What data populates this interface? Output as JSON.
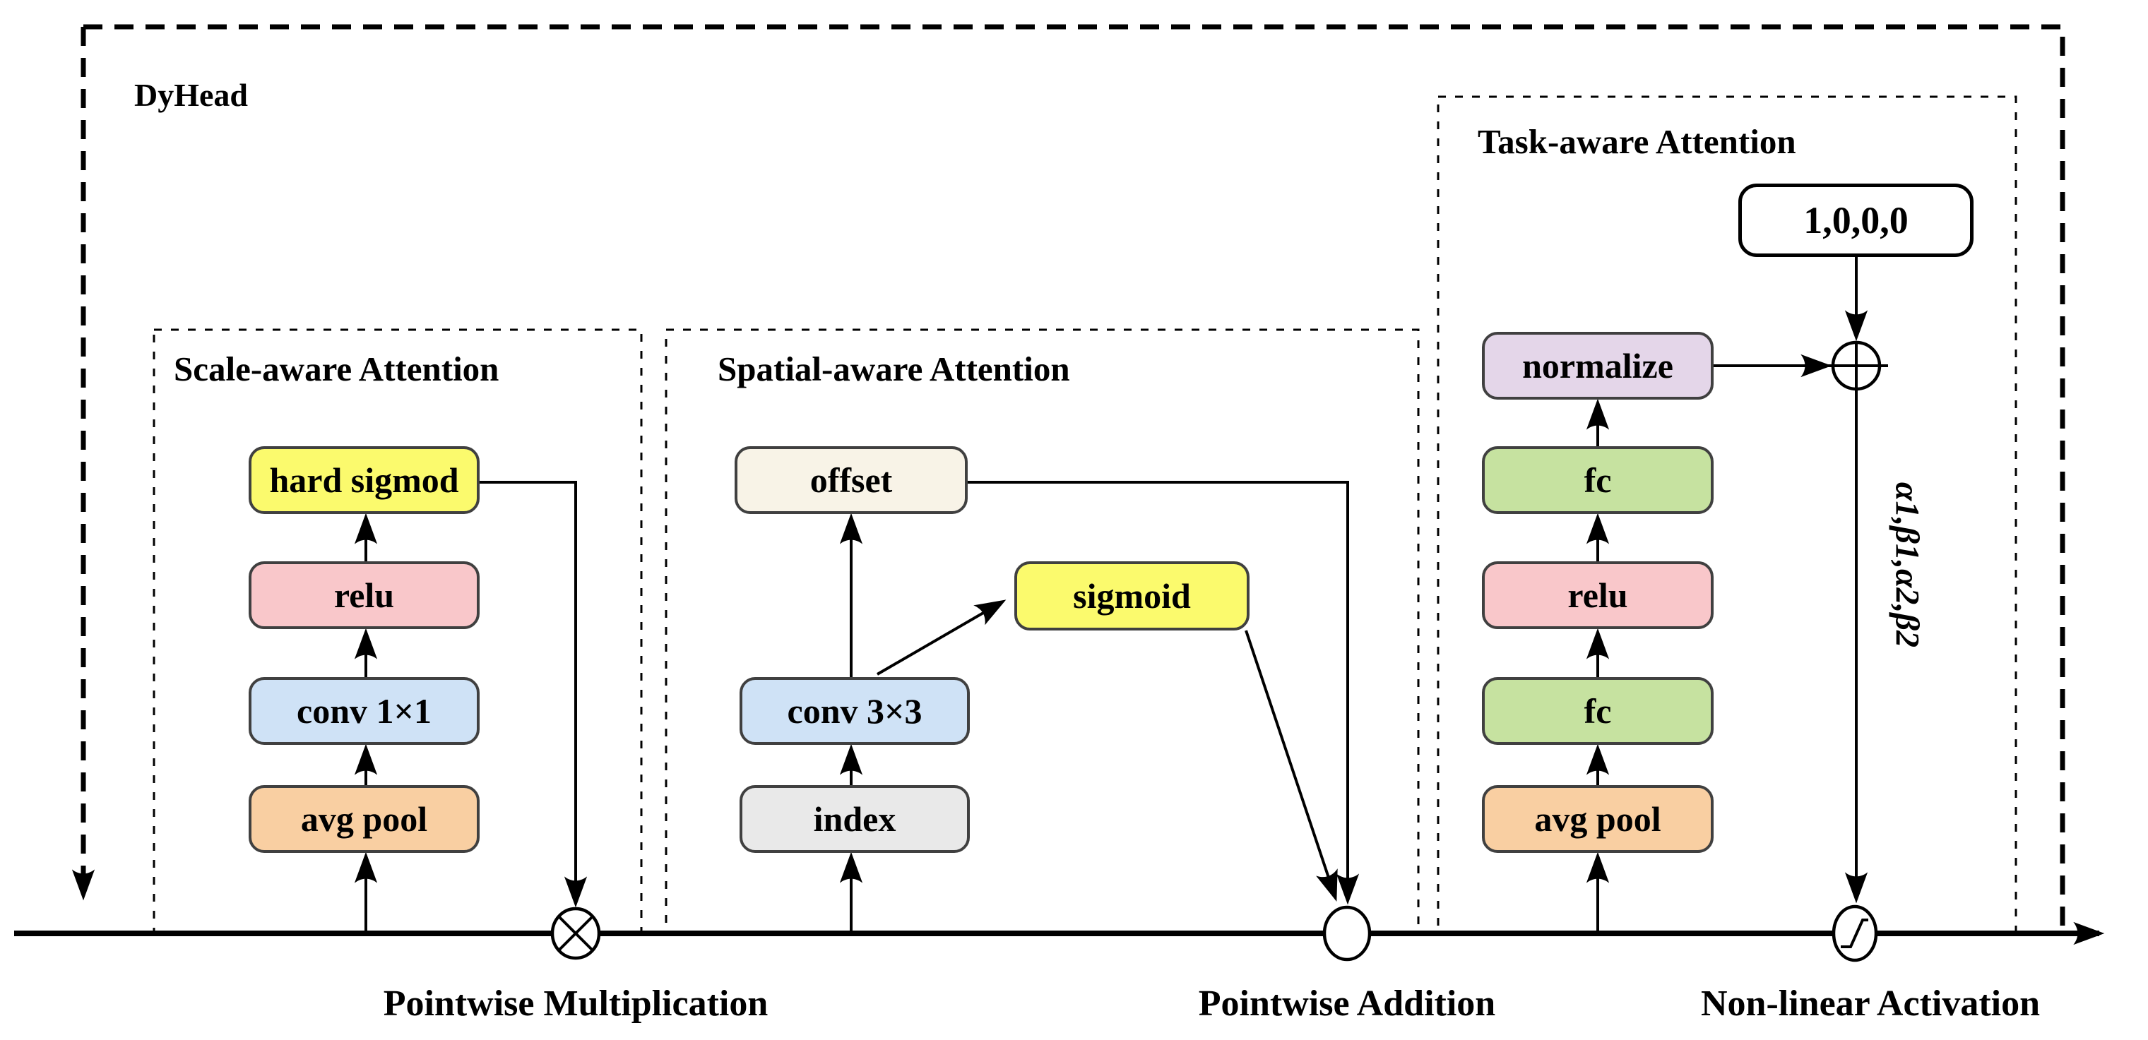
{
  "diagram": {
    "title": "DyHead",
    "modules": {
      "scale": {
        "title": "Scale-aware Attention",
        "blocks": {
          "hard_sigmod": "hard sigmod",
          "relu": "relu",
          "conv1x1": "conv 1×1",
          "avg_pool": "avg pool"
        }
      },
      "spatial": {
        "title": "Spatial-aware Attention",
        "blocks": {
          "offset": "offset",
          "sigmoid": "sigmoid",
          "conv3x3": "conv 3×3",
          "index": "index"
        }
      },
      "task": {
        "title": "Task-aware Attention",
        "init_vector": "1,0,0,0",
        "params_label": "α1,β1,α2,β2",
        "blocks": {
          "normalize": "normalize",
          "fc_upper": "fc",
          "relu": "relu",
          "fc_lower": "fc",
          "avg_pool": "avg pool"
        }
      }
    },
    "legend": {
      "multiplication": "Pointwise Multiplication",
      "addition": "Pointwise Addition",
      "activation": "Non-linear Activation"
    },
    "colors": {
      "yellow": "#FBFA6D",
      "pink": "#F9C7CA",
      "blue": "#CFE2F6",
      "orange": "#F9CFA2",
      "beige": "#F8F3E7",
      "gray": "#E9E9E9",
      "green": "#C6E2A0",
      "purple": "#E4D6E9",
      "line": "#000000",
      "block_border": "#404040",
      "background": "#FFFFFF"
    }
  }
}
